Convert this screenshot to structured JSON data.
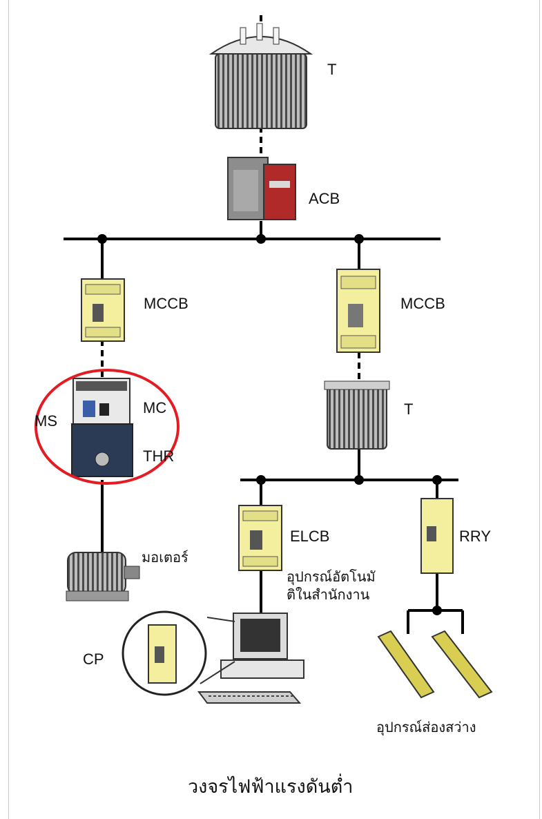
{
  "labels": {
    "t_top": "T",
    "acb": "ACB",
    "mccb_left": "MCCB",
    "mccb_right": "MCCB",
    "ms": "MS",
    "mc": "MC",
    "thr": "THR",
    "t_mid": "T",
    "elcb": "ELCB",
    "rry": "RRY",
    "motor": "มอเตอร์",
    "office_line1": "อุปกรณ์อัตโนมั",
    "office_line2": "ติในสำนักงาน",
    "cp": "CP",
    "lighting": "อุปกรณ์ส่องสว่าง"
  },
  "caption": "วงจรไฟฟ้าแรงดันต่ำ",
  "colors": {
    "line": "#000000",
    "highlight_circle": "#e41b23",
    "breaker_yellow": "#f3ef9e",
    "acb_red": "#b02a2a"
  }
}
